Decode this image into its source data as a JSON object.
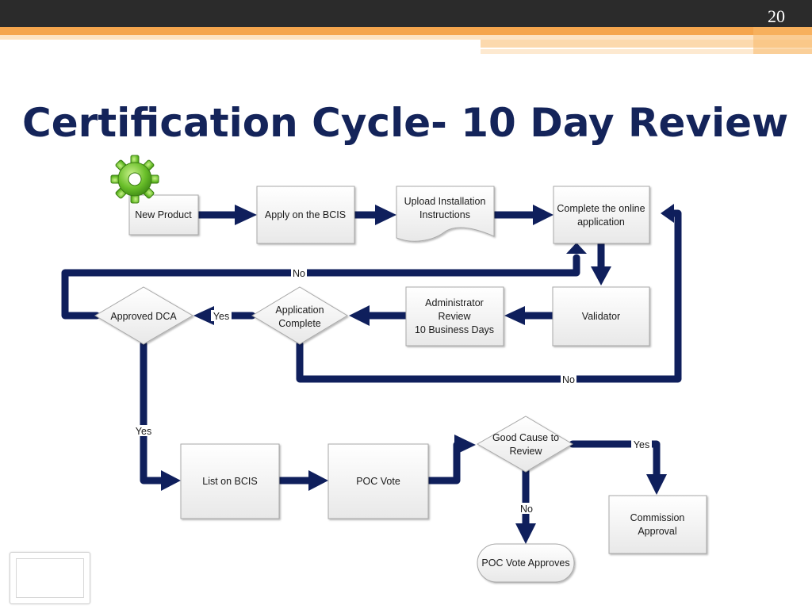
{
  "slide": {
    "number": "20",
    "title": "Certification Cycle- 10 Day Review"
  },
  "colors": {
    "arrow": "#0f1f5c",
    "title": "#14245a",
    "accent": "#f5a54d",
    "gear": "#6abf2a"
  },
  "nodes": {
    "new_product": "New Product",
    "apply_bcis": "Apply on the BCIS",
    "upload_instr": [
      "Upload Installation",
      "Instructions"
    ],
    "complete_online": [
      "Complete the online",
      "application"
    ],
    "validator": "Validator",
    "admin_review": [
      "Administrator",
      "Review",
      "10 Business Days"
    ],
    "app_complete": [
      "Application",
      "Complete"
    ],
    "approved_dca": "Approved DCA",
    "list_bcis": "List on BCIS",
    "poc_vote": "POC Vote",
    "good_cause": [
      "Good Cause to",
      "Review"
    ],
    "commission": [
      "Commission",
      "Approval"
    ],
    "poc_vote_approves": "POC Vote Approves"
  },
  "edges": {
    "no_top": "No",
    "yes_mid": "Yes",
    "no_bottom": "No",
    "yes_left": "Yes",
    "yes_right": "Yes",
    "no_down": "No"
  },
  "icons": {
    "gear": "gear-icon"
  }
}
